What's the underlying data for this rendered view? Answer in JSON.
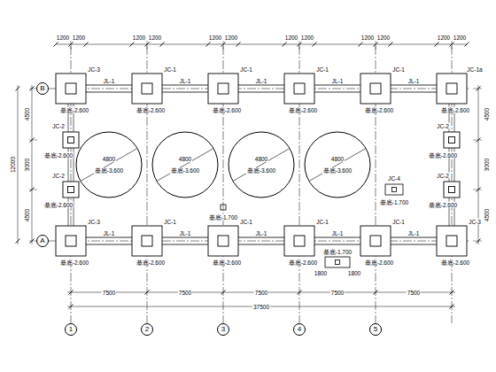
{
  "diagram": {
    "nodes": [
      {
        "text": [
          "4800",
          "基底-3.600"
        ]
      },
      {
        "text": [
          "4800",
          "基底-3.600"
        ]
      },
      {
        "text": [
          "4800",
          "基底-3.600"
        ]
      },
      {
        "text": [
          "4800",
          "基底-3.600"
        ]
      }
    ],
    "labels": [
      "B",
      "A",
      "1",
      "2",
      "3",
      "4",
      "5",
      "1200",
      "1200",
      "1200",
      "1200",
      "1200",
      "1200",
      "1200",
      "1200",
      "1200",
      "1200",
      "1200",
      "1200",
      "7500",
      "7500",
      "7500",
      "7500",
      "7500",
      "37500",
      "12000",
      "4500",
      "3000",
      "4500",
      "4500",
      "3000",
      "4500",
      "JC-3",
      "基底-2.600",
      "JC-1",
      "基底-2.600",
      "JC-1",
      "基底-2.600",
      "JC-1",
      "基底-2.600",
      "JC-1",
      "基底-2.600",
      "JC-1a",
      "基底-2.600",
      "JC-3",
      "基底-2.600",
      "JC-1",
      "基底-2.600",
      "JC-1",
      "基底-2.600",
      "JC-1",
      "基底-2.600",
      "JC-1",
      "基底-2.600",
      "JC-3",
      "基底-2.600",
      "JL-1",
      "JL-1",
      "JL-1",
      "JL-1",
      "JL-1",
      "JL-1",
      "JL-1",
      "JL-1",
      "JL-1",
      "JL-1",
      "JC-2",
      "基底-2.600",
      "JC-2",
      "基底-2.600",
      "JC-2",
      "基底-2.600",
      "JC-2",
      "基底-2.600",
      "JC-4",
      "基底-1.700",
      "基底-1.700",
      "1800",
      "1800",
      "基底-1.700"
    ]
  }
}
